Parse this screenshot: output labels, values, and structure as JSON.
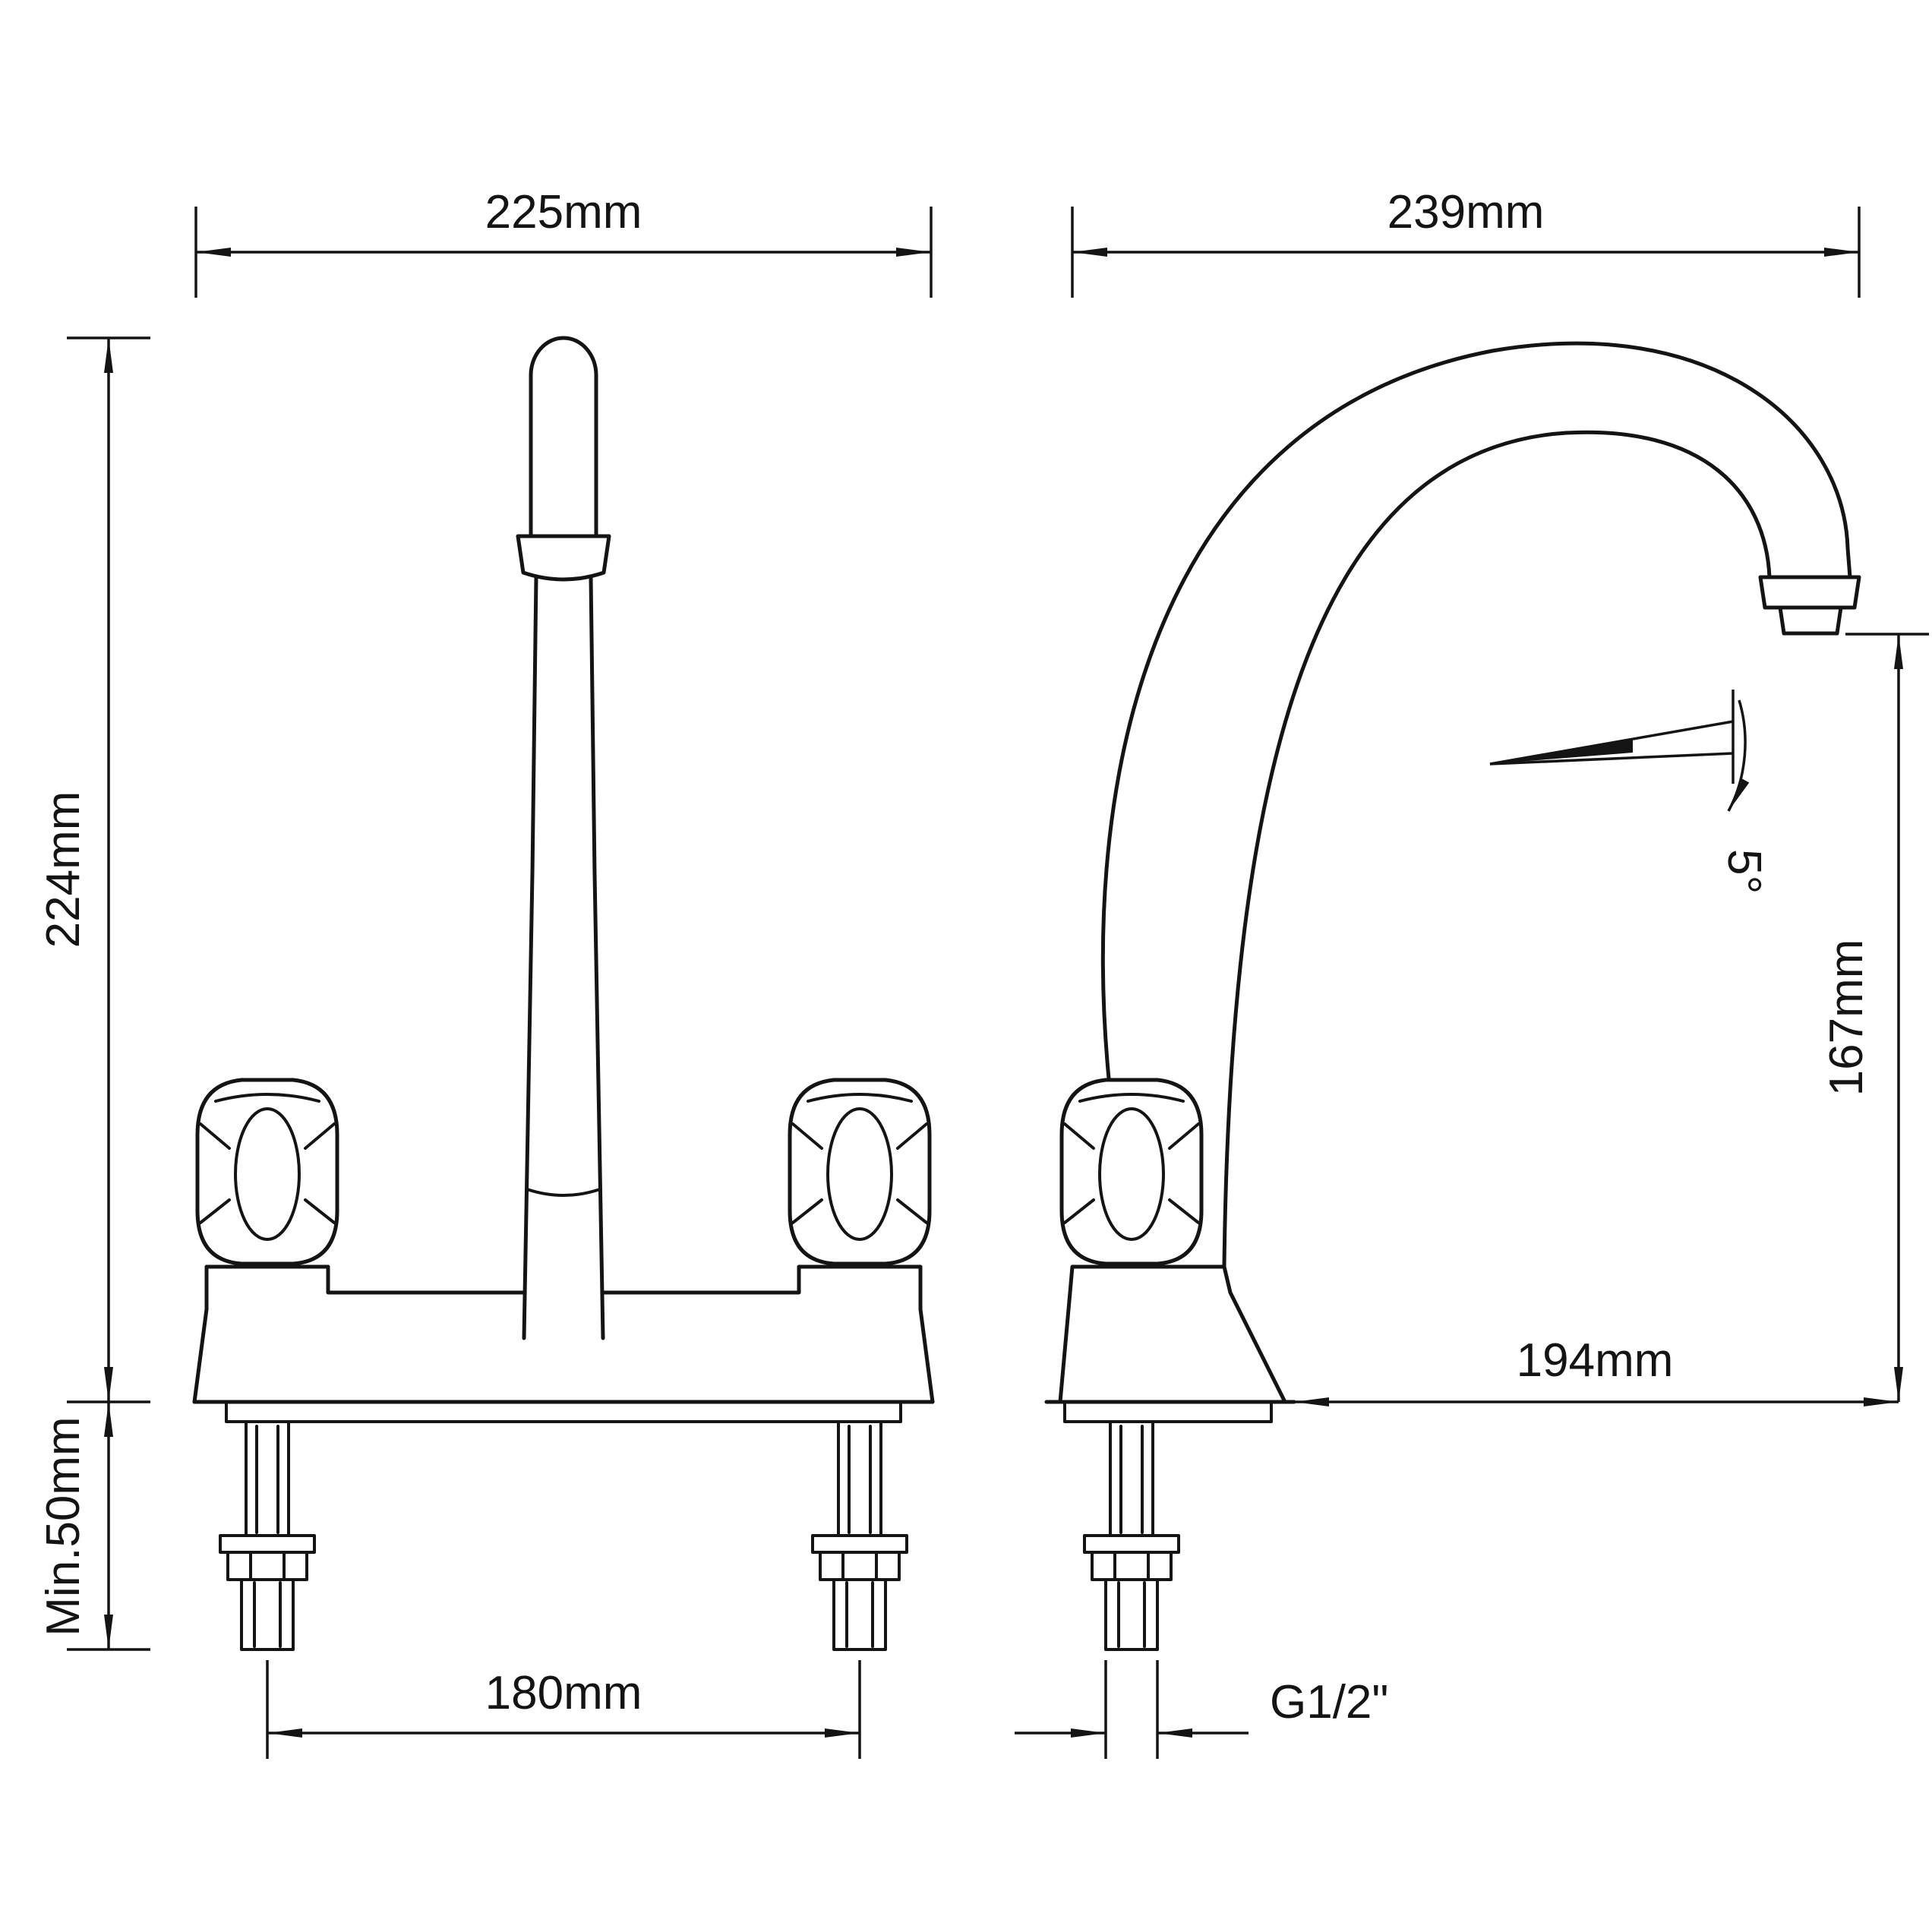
{
  "dimensions": {
    "front_width": "225mm",
    "front_height": "224mm",
    "min_counter": "Min.50mm",
    "hole_spacing": "180mm",
    "side_width": "239mm",
    "spout_height": "167mm",
    "spout_reach": "194mm",
    "thread_size": "G1/2\"",
    "swivel_angle": "5°"
  },
  "colors": {
    "line": "#141414",
    "background": "#ffffff"
  }
}
